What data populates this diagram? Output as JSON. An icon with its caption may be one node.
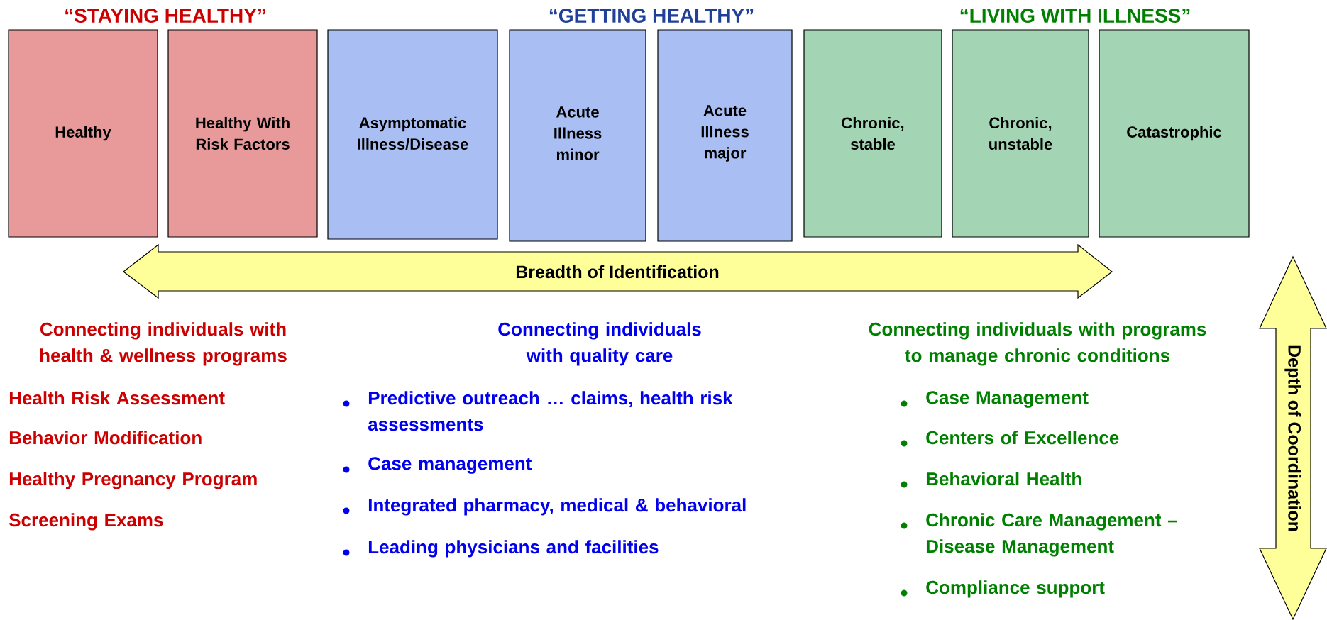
{
  "diagram": {
    "nodes": [
      {
        "text": [
          "Healthy"
        ]
      },
      {
        "text": [
          "Healthy With Risk Factors"
        ]
      },
      {
        "text": [
          "Asymptomatic Illness/Disease"
        ]
      },
      {
        "text": [
          "Acute Illness minor"
        ]
      },
      {
        "text": [
          "Acute Illness major"
        ]
      },
      {
        "text": [
          "Chronic, stable"
        ]
      },
      {
        "text": [
          "Chronic, unstable"
        ]
      },
      {
        "text": [
          "Catastrophic"
        ]
      },
      {
        "text": [
          "Breadth of Identification"
        ]
      },
      {
        "text": [
          "Depth of Coordination"
        ]
      }
    ],
    "labels": [
      "“STAYING HEALTHY”",
      "“GETTING HEALTHY”",
      "“LIVING WITH ILLNESS”",
      "Connecting individuals with health & wellness programs",
      "Health Risk Assessment",
      "Behavior Modification",
      "Healthy Pregnancy Program",
      "Screening Exams",
      "Connecting individuals with quality care",
      "Predictive outreach … claims, health risk assessments",
      "Case management",
      "Integrated pharmacy, medical & behavioral",
      "Leading physicians and facilities",
      "Connecting individuals with programs to manage chronic conditions",
      "Case Management",
      "Centers of Excellence",
      "Behavioral Health",
      "Chronic Care Management – Disease Management",
      "Compliance support"
    ]
  }
}
